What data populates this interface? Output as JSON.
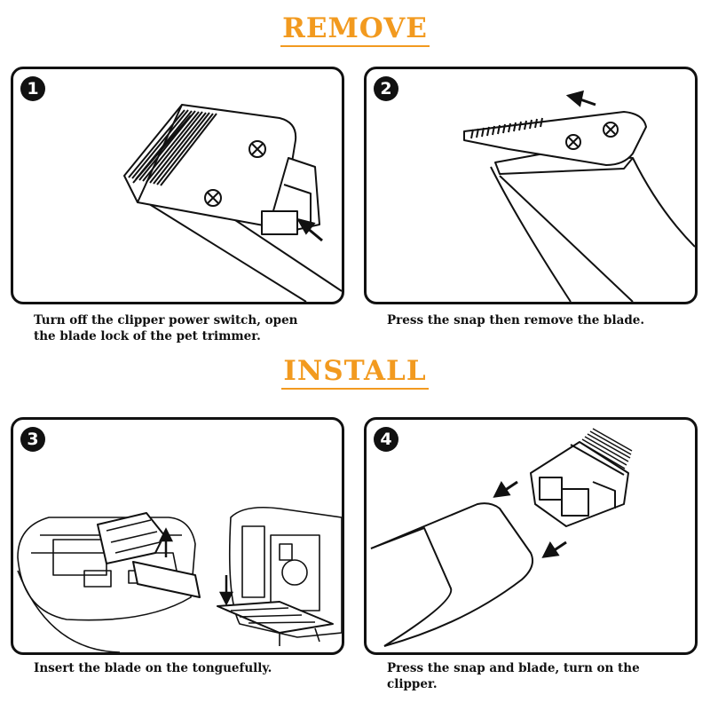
{
  "sections": {
    "remove_title": "REMOVE",
    "install_title": "INSTALL"
  },
  "steps": [
    {
      "number": "1",
      "caption_line1": "Turn off the clipper power switch, open",
      "caption_line2": "the blade lock of the pet trimmer."
    },
    {
      "number": "2",
      "caption_line1": "Press the snap then remove the blade.",
      "caption_line2": ""
    },
    {
      "number": "3",
      "caption_line1": "Insert the blade on the tonguefully.",
      "caption_line2": ""
    },
    {
      "number": "4",
      "caption_line1": "Press the snap and blade, turn on the",
      "caption_line2": "clipper."
    }
  ],
  "colors": {
    "title": "#f29a1f",
    "ink": "#111111",
    "panel_bg": "#ffffff"
  }
}
